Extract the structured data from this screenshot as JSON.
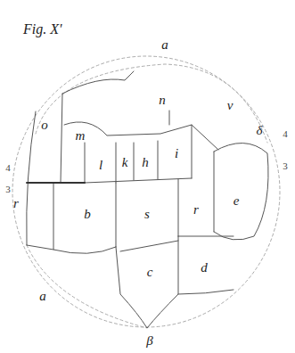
{
  "diagram": {
    "title": "Fig. X'",
    "labels": [
      "a",
      "n",
      "v",
      "o",
      "m",
      "l",
      "k",
      "h",
      "i",
      "δ",
      "4",
      "3",
      "4",
      "3",
      "r",
      "b",
      "s",
      "r",
      "e",
      "a",
      "c",
      "d",
      "β"
    ]
  }
}
